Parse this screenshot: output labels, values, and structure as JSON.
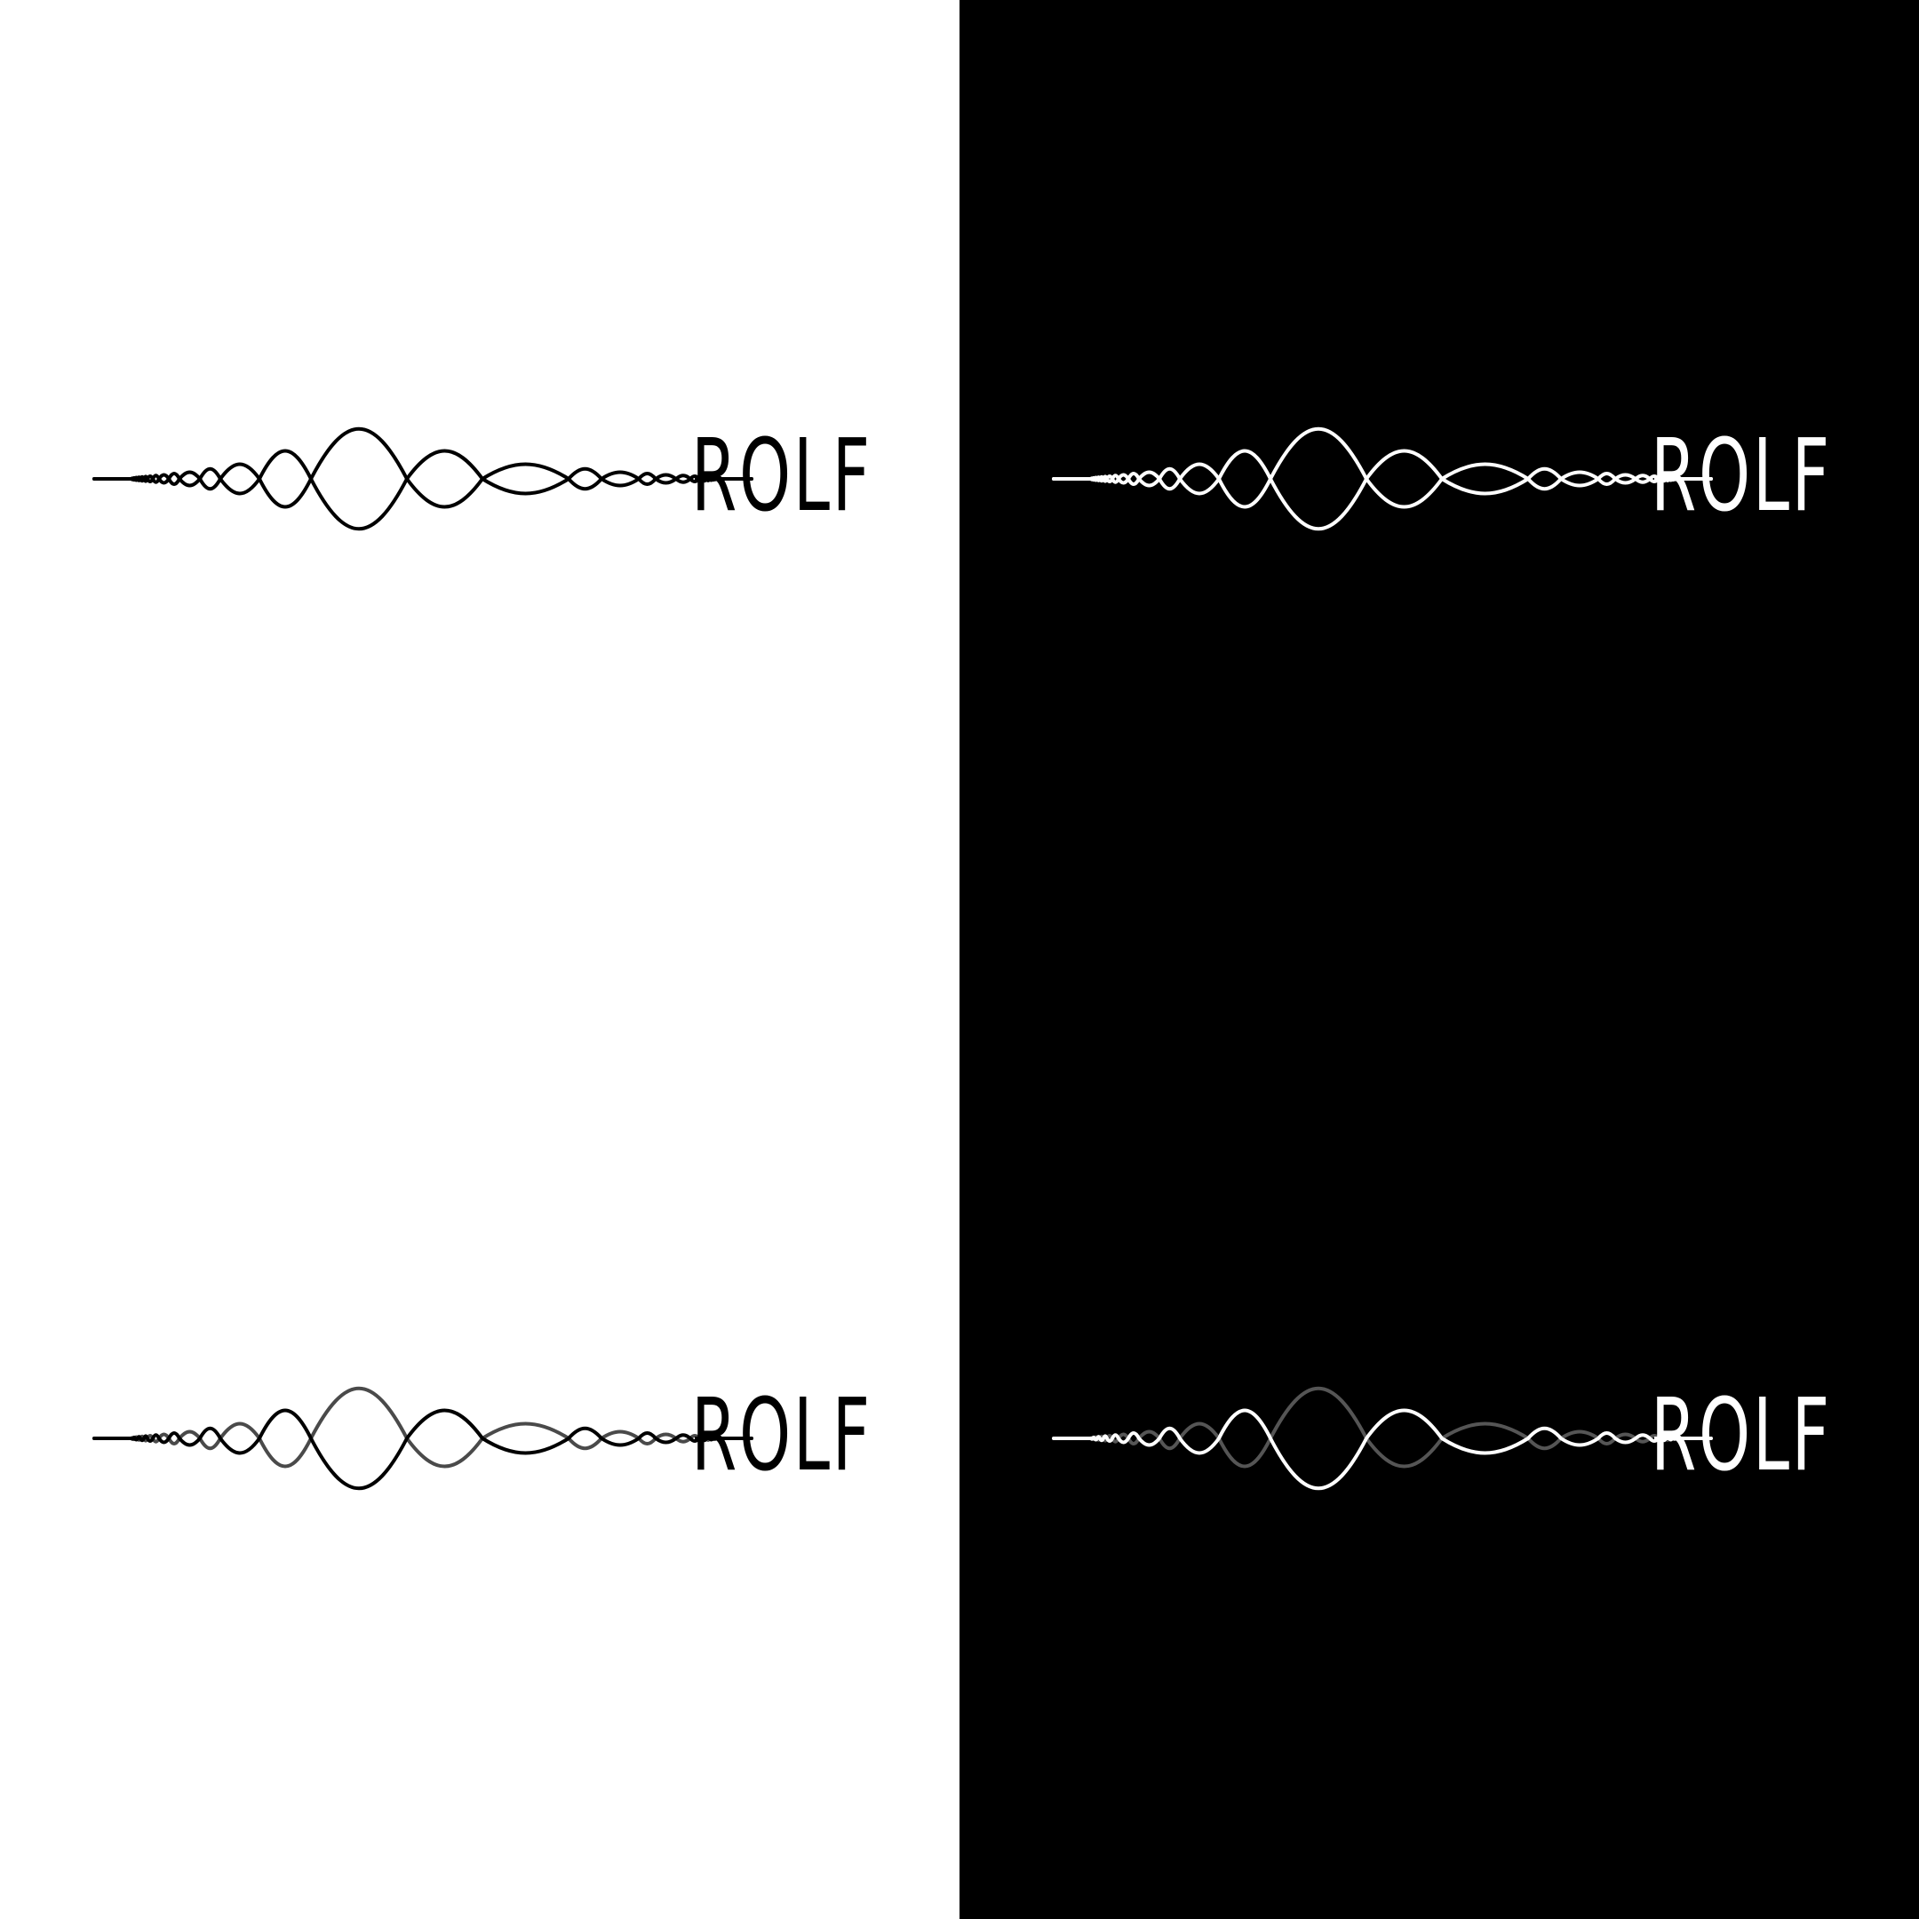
{
  "colors": {
    "light_background": "#ffffff",
    "dark_background": "#000000",
    "black": "#000000",
    "white": "#ffffff",
    "dark_gray": "#4a4a4a",
    "mid_gray": "#555555"
  },
  "logos": [
    {
      "id": "tl",
      "wordmark": "ROLF",
      "variant": "solid",
      "text_color": "#000000",
      "primary": "#000000",
      "secondary": "#000000",
      "primary_opacity": 1,
      "secondary_opacity": 1
    },
    {
      "id": "tr",
      "wordmark": "ROLF",
      "variant": "solid",
      "text_color": "#ffffff",
      "primary": "#ffffff",
      "secondary": "#ffffff",
      "primary_opacity": 1,
      "secondary_opacity": 1
    },
    {
      "id": "bl",
      "wordmark": "ROLF",
      "variant": "two-tone",
      "text_color": "#000000",
      "primary": "#000000",
      "secondary": "#4a4a4a",
      "primary_opacity": 1,
      "secondary_opacity": 1
    },
    {
      "id": "br",
      "wordmark": "ROLF",
      "variant": "two-tone",
      "text_color": "#ffffff",
      "primary": "#ffffff",
      "secondary": "#555555",
      "primary_opacity": 1,
      "secondary_opacity": 1
    }
  ]
}
